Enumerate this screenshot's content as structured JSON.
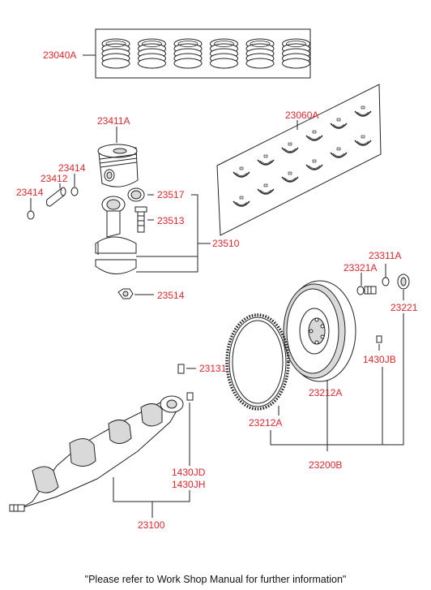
{
  "labels": {
    "p23040A": "23040A",
    "p23060A": "23060A",
    "p23411A": "23411A",
    "p23414_top": "23414",
    "p23412": "23412",
    "p23414_left": "23414",
    "p23517": "23517",
    "p23513": "23513",
    "p23510": "23510",
    "p23514": "23514",
    "p23311A": "23311A",
    "p23321A": "23321A",
    "p23221": "23221",
    "p1430JB": "1430JB",
    "p23131": "23131",
    "p23212A_flywheel": "23212A",
    "p23212A_ring": "23212A",
    "p23200B": "23200B",
    "p1430JD": "1430JD",
    "p1430JH": "1430JH",
    "p23100": "23100"
  },
  "footer": "\"Please refer to Work Shop Manual for further information\"",
  "colors": {
    "label": "#e4262c",
    "line": "#222222",
    "background": "#ffffff"
  }
}
